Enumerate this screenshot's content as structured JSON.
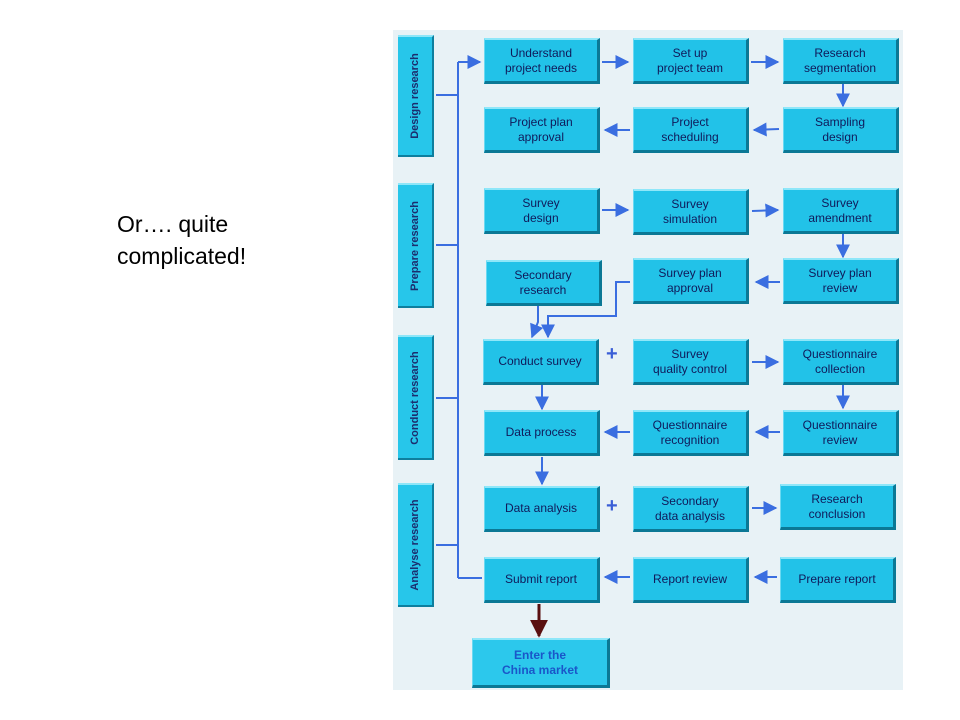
{
  "caption": {
    "line1": "Or…. quite",
    "line2": "complicated!"
  },
  "phases": {
    "design": "Design research",
    "prepare": "Prepare research",
    "conduct": "Conduct research",
    "analyse": "Analyse research"
  },
  "steps": {
    "understand_needs": "Understand\nproject needs",
    "setup_team": "Set up\nproject team",
    "segmentation": "Research\nsegmentation",
    "plan_approval": "Project plan\napproval",
    "scheduling": "Project\nscheduling",
    "sampling": "Sampling\ndesign",
    "survey_design": "Survey\ndesign",
    "survey_simulation": "Survey\nsimulation",
    "survey_amendment": "Survey\namendment",
    "secondary_research": "Secondary\nresearch",
    "survey_plan_approval": "Survey plan\napproval",
    "survey_plan_review": "Survey plan\nreview",
    "conduct_survey": "Conduct survey",
    "quality_control": "Survey\nquality control",
    "questionnaire_collection": "Questionnaire\ncollection",
    "data_process": "Data process",
    "questionnaire_recognition": "Questionnaire\nrecognition",
    "questionnaire_review": "Questionnaire\nreview",
    "data_analysis": "Data analysis",
    "secondary_data_analysis": "Secondary\ndata analysis",
    "research_conclusion": "Research\nconclusion",
    "submit_report": "Submit report",
    "report_review": "Report review",
    "prepare_report": "Prepare report",
    "final": "Enter the\nChina market"
  },
  "plus_signs": [
    "+",
    "+"
  ],
  "colors": {
    "box": "#22c2e8",
    "box_shadow": "#0b7895",
    "arrow": "#3a6ee0",
    "final_arrow": "#5a1010",
    "panel": "#e8f2f6"
  }
}
